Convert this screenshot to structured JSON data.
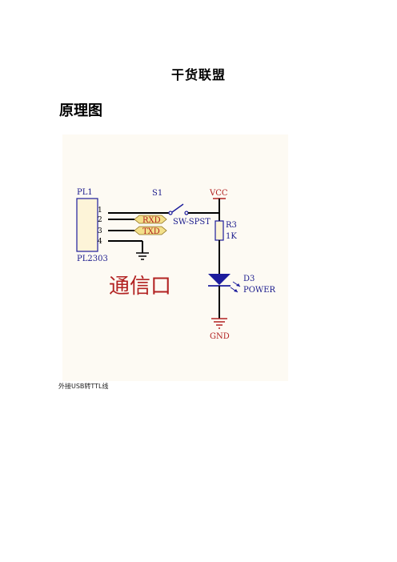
{
  "document": {
    "title": "干货联盟",
    "section_heading": "原理图",
    "caption": "外接USB转TTL线"
  },
  "schematic": {
    "connector_ref": "PL1",
    "connector_part": "PL2303",
    "pins": [
      "1",
      "2",
      "3",
      "4"
    ],
    "net_rxd": "RXD",
    "net_txd": "TXD",
    "switch_ref": "S1",
    "switch_type": "SW-SPST",
    "power_label": "VCC",
    "resistor_ref": "R3",
    "resistor_value": "1K",
    "led_ref": "D3",
    "led_label": "POWER",
    "ground_label": "GND",
    "block_title": "通信口",
    "colors": {
      "background": "#fdfaf3",
      "wire": "#000000",
      "component": "#1c1c9c",
      "power_red": "#b22222",
      "net_label_fill": "#f3e08a"
    }
  }
}
